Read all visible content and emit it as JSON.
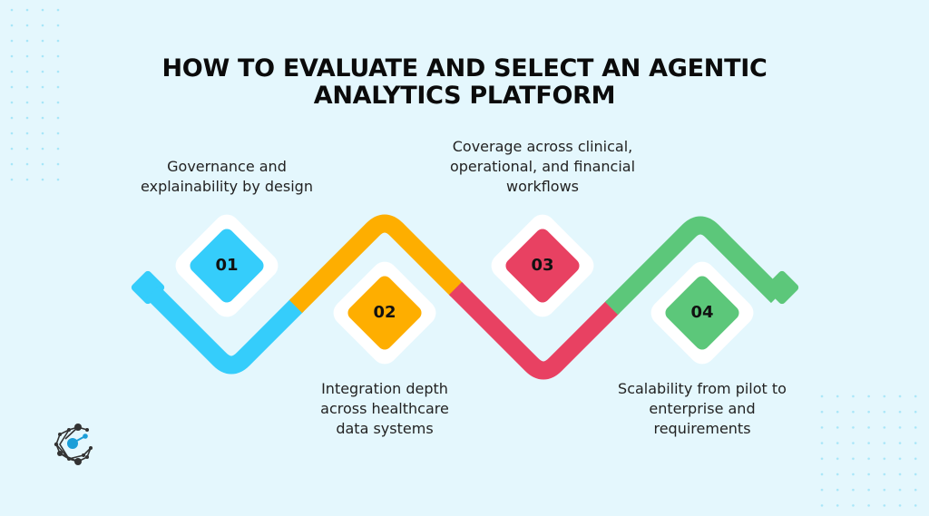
{
  "title": {
    "line1": "HOW TO EVALUATE AND SELECT AN AGENTIC",
    "line2": "ANALYTICS PLATFORM"
  },
  "colors": {
    "background": "#E4F7FD",
    "step1": "#35CDFB",
    "step2": "#FEAE00",
    "step3": "#E84162",
    "step4": "#5CC77A",
    "dots": "#A8E6F8"
  },
  "steps": [
    {
      "number": "01",
      "lines": [
        "Governance and",
        "explainability by design"
      ]
    },
    {
      "number": "02",
      "lines": [
        "Integration depth",
        "across healthcare",
        "data systems"
      ]
    },
    {
      "number": "03",
      "lines": [
        "Coverage across clinical,",
        "operational, and financial",
        "workflows"
      ]
    },
    {
      "number": "04",
      "lines": [
        "Scalability from pilot to",
        "enterprise and",
        "requirements"
      ]
    }
  ],
  "logo": {
    "icon": "network-nodes-icon"
  }
}
